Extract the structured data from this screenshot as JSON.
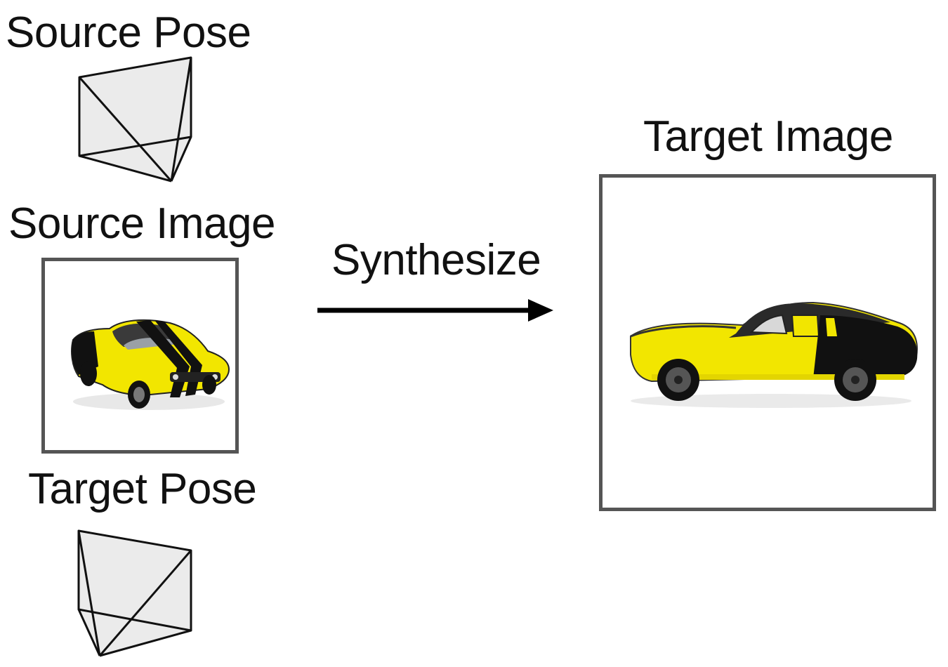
{
  "labels": {
    "source_pose": "Source Pose",
    "source_image": "Source Image",
    "target_pose": "Target Pose",
    "target_image": "Target Image",
    "arrow": "Synthesize"
  },
  "icons": {
    "source_pose": "camera-frustum-icon",
    "target_pose": "camera-frustum-icon",
    "source_car": "yellow-muscle-car-front-three-quarter",
    "target_car": "yellow-muscle-car-side-view"
  },
  "colors": {
    "frame_border": "#555555",
    "frustum_fill": "#ebebeb",
    "car_body": "#f2e600",
    "car_stripe": "#111111"
  }
}
